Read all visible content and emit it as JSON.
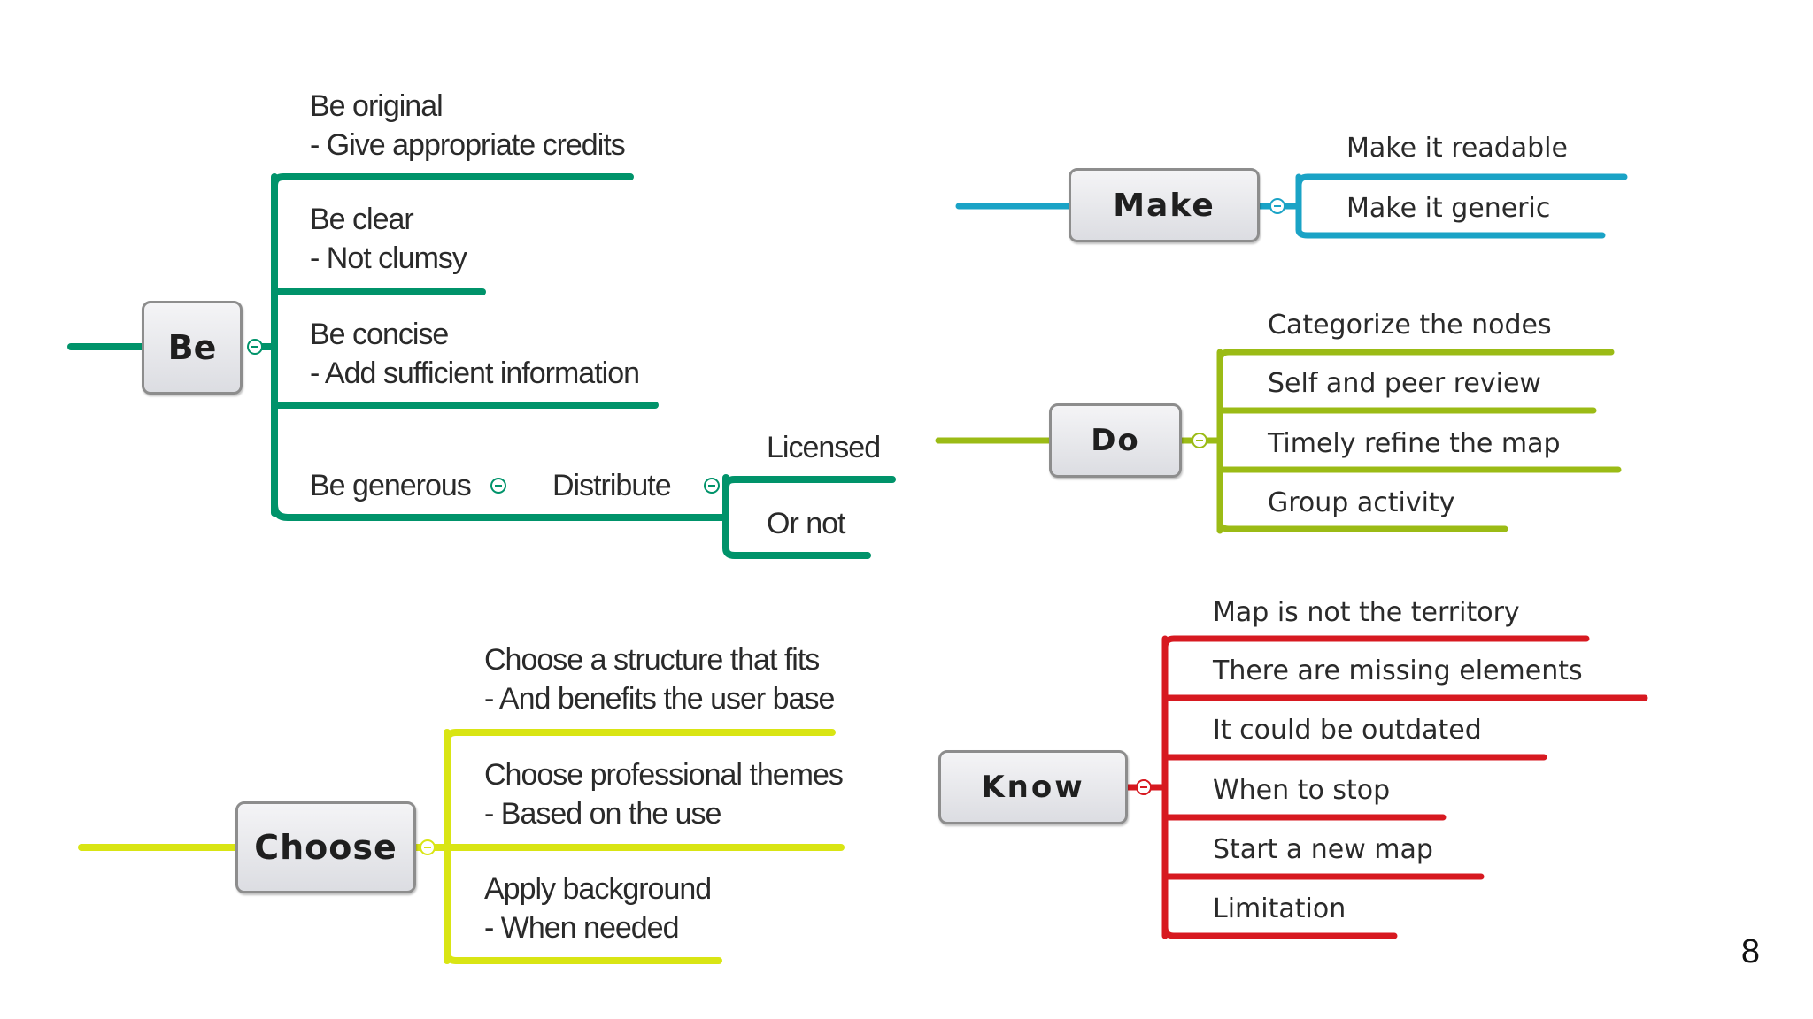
{
  "colors": {
    "be": "#00936a",
    "make": "#1aa3c6",
    "do": "#9bbb15",
    "choose": "#d9e514",
    "know": "#d71920"
  },
  "be": {
    "label": "Be",
    "b1": {
      "line1": "Be original",
      "line2": "- Give appropriate credits"
    },
    "b2": {
      "line1": "Be clear",
      "line2": "- Not clumsy"
    },
    "b3": {
      "line1": "Be concise",
      "line2": "- Add sufficient information"
    },
    "b4": {
      "label": "Be generous",
      "child": "Distribute",
      "leaf1": "Licensed",
      "leaf2": "Or not"
    }
  },
  "make": {
    "label": "Make",
    "items": [
      "Make it readable",
      "Make it generic"
    ]
  },
  "do": {
    "label": "Do",
    "items": [
      "Categorize the nodes",
      "Self and peer review",
      "Timely refine the map",
      "Group activity"
    ]
  },
  "choose": {
    "label": "Choose",
    "b1": {
      "line1": "Choose a structure that fits",
      "line2": "- And benefits the user base"
    },
    "b2": {
      "line1": "Choose professional themes",
      "line2": "- Based on the use"
    },
    "b3": {
      "line1": "Apply background",
      "line2": "- When needed"
    }
  },
  "know": {
    "label": "Know",
    "items": [
      "Map is not the territory",
      "There are missing elements",
      "It could be outdated",
      "When to stop",
      "Start a new map",
      "Limitation"
    ]
  },
  "page_number": "8"
}
